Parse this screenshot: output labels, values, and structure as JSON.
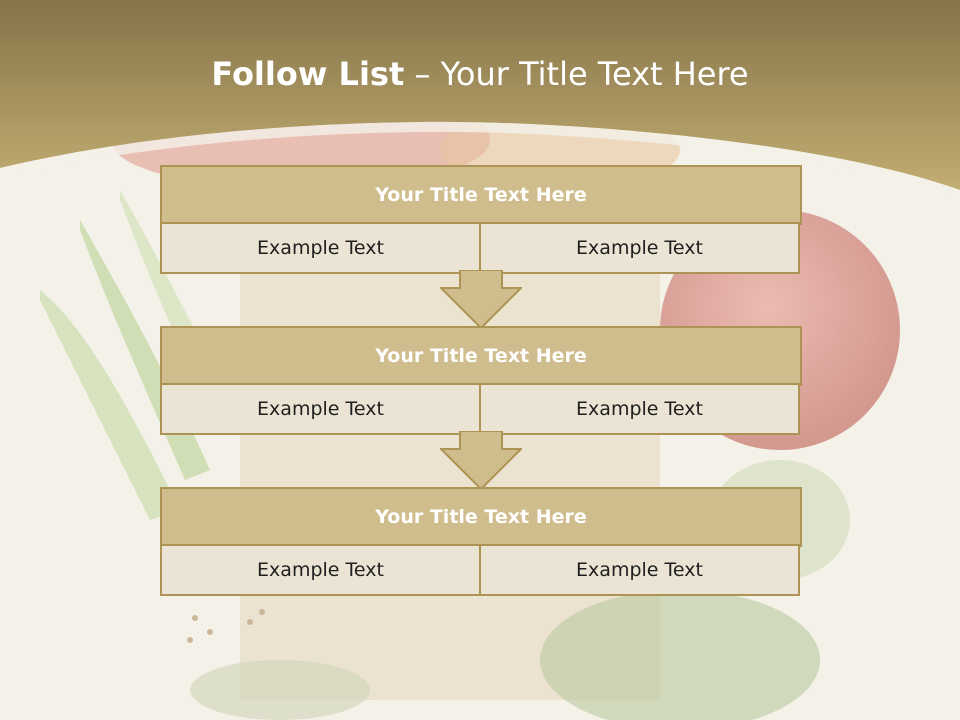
{
  "title": {
    "bold": "Follow List",
    "rest": "– Your Title Text Here"
  },
  "steps": [
    {
      "title": "Your Title Text Here",
      "left": "Example Text",
      "right": "Example Text"
    },
    {
      "title": "Your Title Text Here",
      "left": "Example Text",
      "right": "Example Text"
    },
    {
      "title": "Your Title Text Here",
      "left": "Example Text",
      "right": "Example Text"
    }
  ],
  "colors": {
    "band": "#a08c5c",
    "head": "#d0bd8d",
    "cell": "#ebe4d4",
    "border": "#ad9455"
  }
}
